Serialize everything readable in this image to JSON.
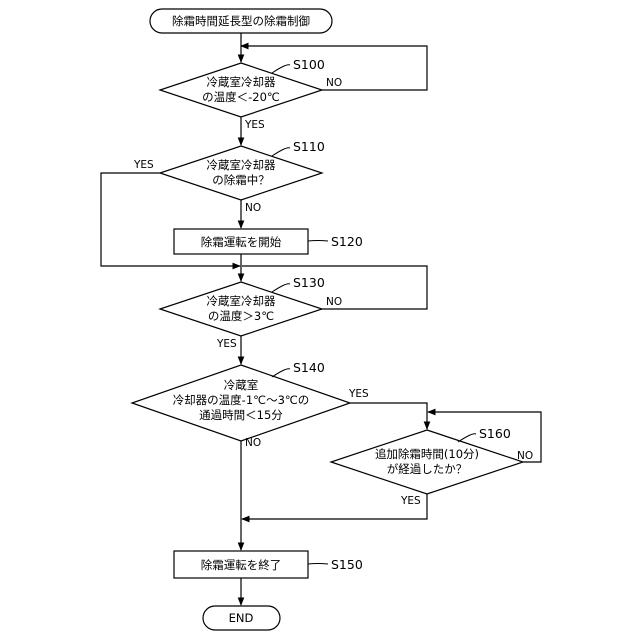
{
  "start": {
    "label": "除霜時間延長型の除霜制御"
  },
  "end": {
    "label": "END"
  },
  "steps": {
    "s100": {
      "ref": "S100",
      "line1": "冷蔵室冷却器",
      "line2": "の温度＜-20℃"
    },
    "s110": {
      "ref": "S110",
      "line1": "冷蔵室冷却器",
      "line2": "の除霜中？"
    },
    "s120": {
      "ref": "S120",
      "label": "除霜運転を開始"
    },
    "s130": {
      "ref": "S130",
      "line1": "冷蔵室冷却器",
      "line2": "の温度＞3℃"
    },
    "s140": {
      "ref": "S140",
      "line1": "冷蔵室",
      "line2": "冷却器の温度-1℃～3℃の",
      "line3": "通過時間＜15分"
    },
    "s160": {
      "ref": "S160",
      "line1": "追加除霜時間(10分)",
      "line2": "が経過したか？"
    },
    "s150": {
      "ref": "S150",
      "label": "除霜運転を終了"
    }
  },
  "branches": {
    "s100_no": "NO",
    "s100_yes": "YES",
    "s110_yes": "YES",
    "s110_no": "NO",
    "s130_no": "NO",
    "s130_yes": "YES",
    "s140_yes": "YES",
    "s140_no": "NO",
    "s160_no": "NO",
    "s160_yes": "YES"
  }
}
